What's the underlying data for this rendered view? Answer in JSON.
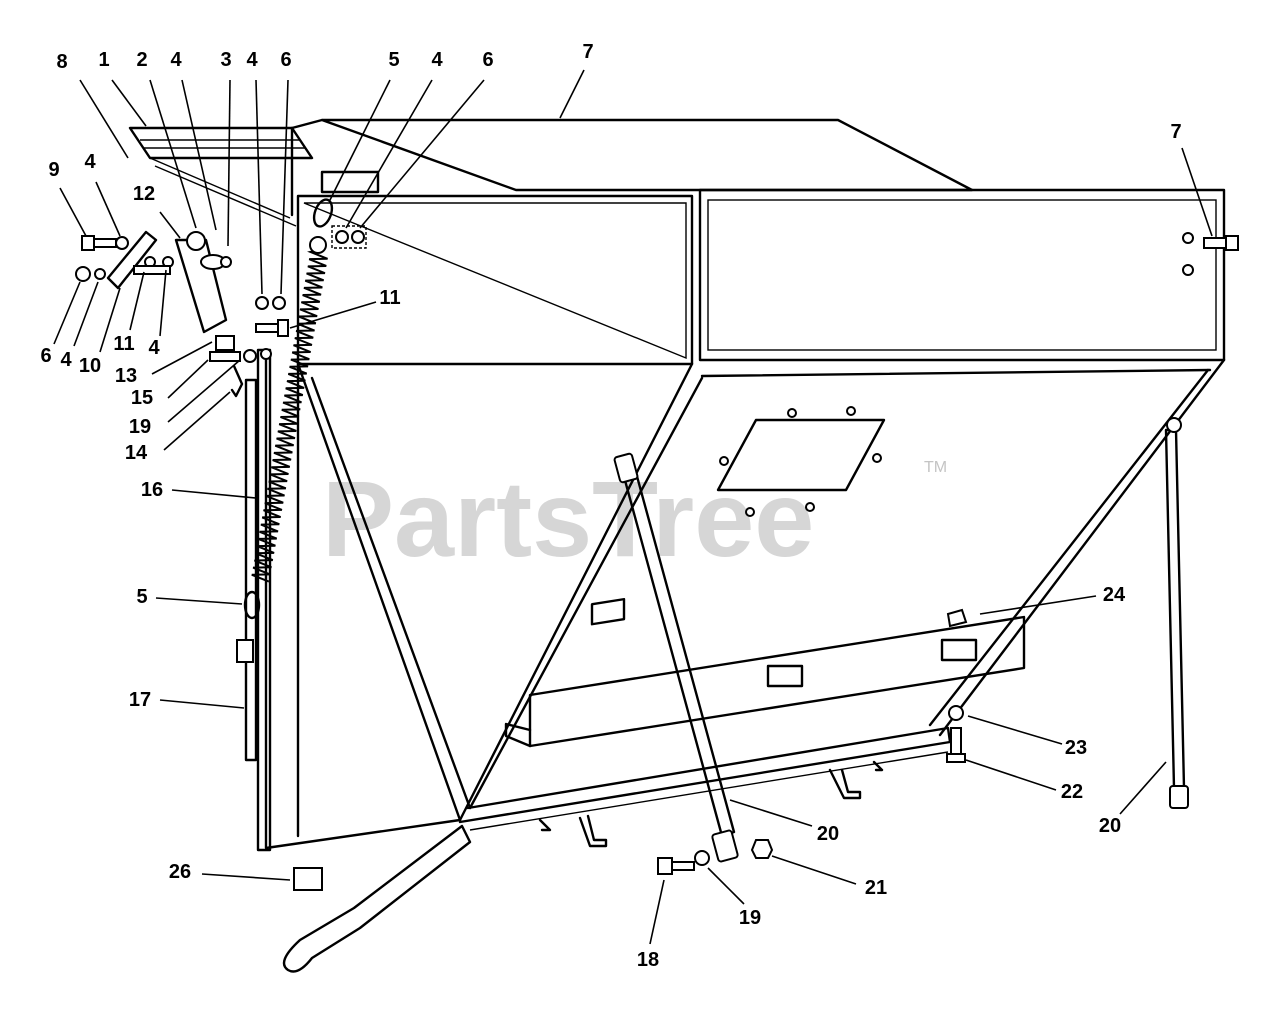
{
  "watermark": {
    "text": "PartsTree",
    "mark": "TM"
  },
  "callouts": [
    {
      "id": "c-8",
      "label": "8"
    },
    {
      "id": "c-1",
      "label": "1"
    },
    {
      "id": "c-2",
      "label": "2"
    },
    {
      "id": "c-4a",
      "label": "4"
    },
    {
      "id": "c-3",
      "label": "3"
    },
    {
      "id": "c-4b",
      "label": "4"
    },
    {
      "id": "c-6a",
      "label": "6"
    },
    {
      "id": "c-5a",
      "label": "5"
    },
    {
      "id": "c-4c",
      "label": "4"
    },
    {
      "id": "c-6b",
      "label": "6"
    },
    {
      "id": "c-7a",
      "label": "7"
    },
    {
      "id": "c-7b",
      "label": "7"
    },
    {
      "id": "c-9",
      "label": "9"
    },
    {
      "id": "c-4d",
      "label": "4"
    },
    {
      "id": "c-12",
      "label": "12"
    },
    {
      "id": "c-6c",
      "label": "6"
    },
    {
      "id": "c-4e",
      "label": "4"
    },
    {
      "id": "c-10",
      "label": "10"
    },
    {
      "id": "c-11a",
      "label": "11"
    },
    {
      "id": "c-4f",
      "label": "4"
    },
    {
      "id": "c-11b",
      "label": "11"
    },
    {
      "id": "c-13",
      "label": "13"
    },
    {
      "id": "c-15",
      "label": "15"
    },
    {
      "id": "c-19a",
      "label": "19"
    },
    {
      "id": "c-14",
      "label": "14"
    },
    {
      "id": "c-16",
      "label": "16"
    },
    {
      "id": "c-5b",
      "label": "5"
    },
    {
      "id": "c-17",
      "label": "17"
    },
    {
      "id": "c-24",
      "label": "24"
    },
    {
      "id": "c-23",
      "label": "23"
    },
    {
      "id": "c-22",
      "label": "22"
    },
    {
      "id": "c-20a",
      "label": "20"
    },
    {
      "id": "c-20b",
      "label": "20"
    },
    {
      "id": "c-21",
      "label": "21"
    },
    {
      "id": "c-19b",
      "label": "19"
    },
    {
      "id": "c-18",
      "label": "18"
    },
    {
      "id": "c-26",
      "label": "26"
    }
  ]
}
